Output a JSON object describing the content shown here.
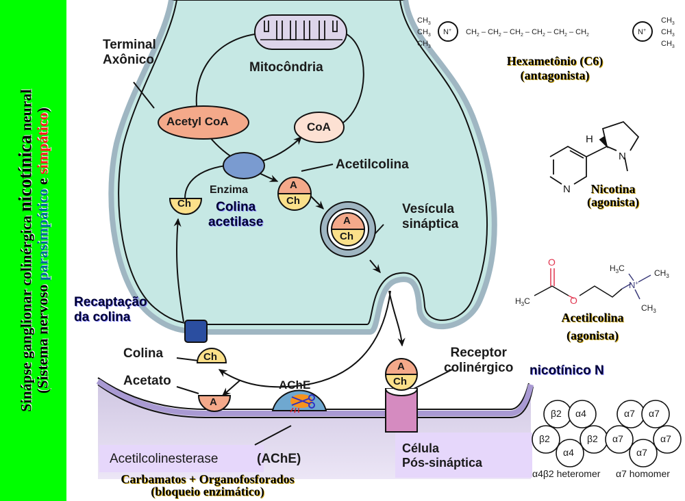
{
  "sidebar": {
    "title_part1": "Sinápse ganglionar colinérgica ",
    "title_part2": "nicotínica",
    "title_part3": " neural",
    "subtitle_prefix": "(Sistema nervoso ",
    "subtitle_parasympathetic": "parasimpático",
    "subtitle_mid": " e ",
    "subtitle_sympathetic": "simpático",
    "subtitle_suffix": ")",
    "colors": {
      "background": "#00ff00",
      "parasympathetic": "#006a9a",
      "sympathetic": "#ff1e1e"
    }
  },
  "diagram": {
    "labels": {
      "terminal_axonico": "Terminal\nAxônico",
      "mitocondria": "Mitocôndria",
      "acetyl_coa": "Acetyl CoA",
      "coa": "CoA",
      "acetilcolina": "Acetilcolina",
      "enzima": "Enzima",
      "colina_acetilase": "Colina\nacetilase",
      "vesicula_sinaptica": "Vesícula\nsináptica",
      "recaptacao": "Recaptação\nda colina",
      "colina": "Colina",
      "acetato": "Acetato",
      "ache": "AChE",
      "receptor_colinergico": "Receptor\ncolinérgico",
      "nicotinico_n": "nicotínico N",
      "acetilcolinesterase": "Acetilcolinesterase",
      "ache_paren": "(AChE)",
      "celula_pos": "Célula\nPós-sináptica",
      "carbamatos": "Carbamatos + Organofosforados",
      "bloqueio": "(bloqueio enzimático)"
    },
    "molecule_tags": {
      "a": "A",
      "ch": "Ch"
    },
    "colors": {
      "cytoplasm": "#c6e8e4",
      "membrane": "#9fb6c2",
      "acetyl_coa": "#f4a98a",
      "coa": "#fde1d3",
      "enzyme": "#7a9bd0",
      "choline": "#fbe08a",
      "acetate": "#f4a98a",
      "transporter": "#2b4ea0",
      "post_membrane": "#a99ad3",
      "post_cell": "#e8dcf5",
      "receptor": "#d58bc0",
      "ache_enzyme": "#6fa8d0"
    }
  },
  "chemistry": {
    "hexametonio": {
      "formula_left_groups": [
        "CH3",
        "CH3",
        "CH3"
      ],
      "chain": [
        "CH2",
        "CH2",
        "CH2",
        "CH2",
        "CH2",
        "CH2"
      ],
      "nitrogen": "N+",
      "formula_right_groups": [
        "CH3",
        "CH3",
        "CH3"
      ],
      "name": "Hexametônio (C6)",
      "role": "(antagonista)"
    },
    "nicotina": {
      "h_label": "H",
      "n_label": "N",
      "name": "Nicotina",
      "role": "(agonista)"
    },
    "acetilcolina": {
      "h3c_left": "H3C",
      "o_label": "O",
      "h3c_top": "H3C",
      "ch3_right": "CH3",
      "ch3_bottom": "CH3",
      "n_label": "N+",
      "name": "Acetilcolina",
      "role": "(agonista)"
    }
  },
  "receptor_subunits": {
    "heteromer": {
      "subunits": [
        "β2",
        "α4",
        "β2",
        "α4",
        "β2"
      ],
      "caption": "α4β2 heteromer"
    },
    "homomer": {
      "subunits": [
        "α7",
        "α7",
        "α7",
        "α7",
        "α7"
      ],
      "caption": "α7 homomer"
    }
  }
}
